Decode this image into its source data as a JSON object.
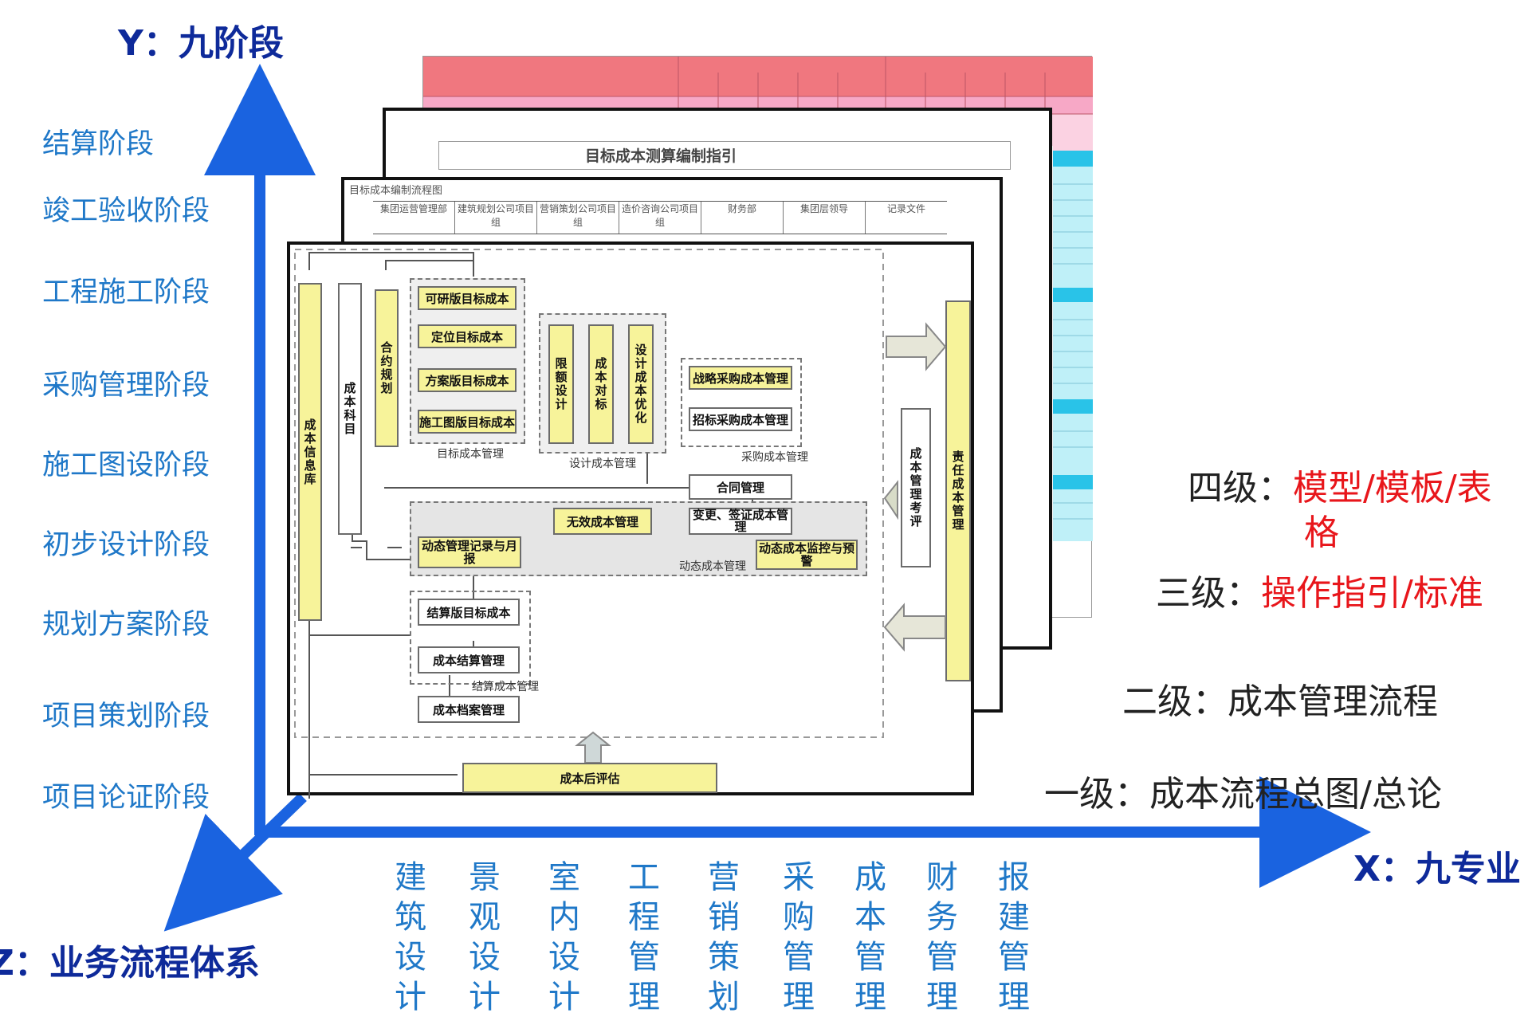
{
  "axes": {
    "y_title": "Y：九阶段",
    "x_title": "X：九专业",
    "z_title": "Z：业务流程体系"
  },
  "stages": [
    "结算阶段",
    "竣工验收阶段",
    "工程施工阶段",
    "采购管理阶段",
    "施工图设阶段",
    "初步设计阶段",
    "规划方案阶段",
    "项目策划阶段",
    "项目论证阶段"
  ],
  "specialties": [
    [
      "建",
      "筑",
      "设",
      "计"
    ],
    [
      "景",
      "观",
      "设",
      "计"
    ],
    [
      "室",
      "内",
      "设",
      "计"
    ],
    [
      "工",
      "程",
      "管",
      "理"
    ],
    [
      "营",
      "销",
      "策",
      "划"
    ],
    [
      "采",
      "购",
      "管",
      "理"
    ],
    [
      "成",
      "本",
      "管",
      "理"
    ],
    [
      "财",
      "务",
      "管",
      "理"
    ],
    [
      "报",
      "建",
      "管",
      "理"
    ]
  ],
  "levels": {
    "l4_prefix": "四级：",
    "l4_text": "模型/模板/表",
    "l4_text2": "格",
    "l3_prefix": "三级：",
    "l3_text": "操作指引/标准",
    "l2": "二级：成本管理流程",
    "l1": "一级：成本流程总图/总论"
  },
  "sheets": {
    "guide_title": "目标成本测算编制指引",
    "flow_title": "目标成本编制流程图",
    "flow_headers": [
      "集团运营管理部",
      "建筑规划公司项目组",
      "营销策划公司项目组",
      "造价咨询公司项目组",
      "财务部",
      "集团层领导",
      "记录文件"
    ]
  },
  "flow": {
    "cost_info_db": "成本信息库",
    "cost_subject": "成本科目",
    "contract_plan": "合约规划",
    "target_boxes": [
      "可研版目标成本",
      "定位目标成本",
      "方案版目标成本",
      "施工图版目标成本"
    ],
    "target_group": "目标成本管理",
    "design_boxes": [
      "限额设计",
      "成本对标",
      "设计成本优化"
    ],
    "design_group": "设计成本管理",
    "purchase_boxes": [
      "战略采购成本管理",
      "招标采购成本管理"
    ],
    "purchase_group": "采购成本管理",
    "contract_mgmt": "合同管理",
    "invalid_cost": "无效成本管理",
    "change_visa": "变更、签证成本管理",
    "dyn_record": "动态管理记录与月报",
    "dyn_monitor": "动态成本监控与预警",
    "dyn_group": "动态成本管理",
    "settle_boxes": [
      "结算版目标成本",
      "成本结算管理"
    ],
    "settle_group": "结算成本管理",
    "archive": "成本档案管理",
    "post_eval": "成本后评估",
    "assess": "成本管理考评",
    "responsibility": "责任成本管理"
  }
}
